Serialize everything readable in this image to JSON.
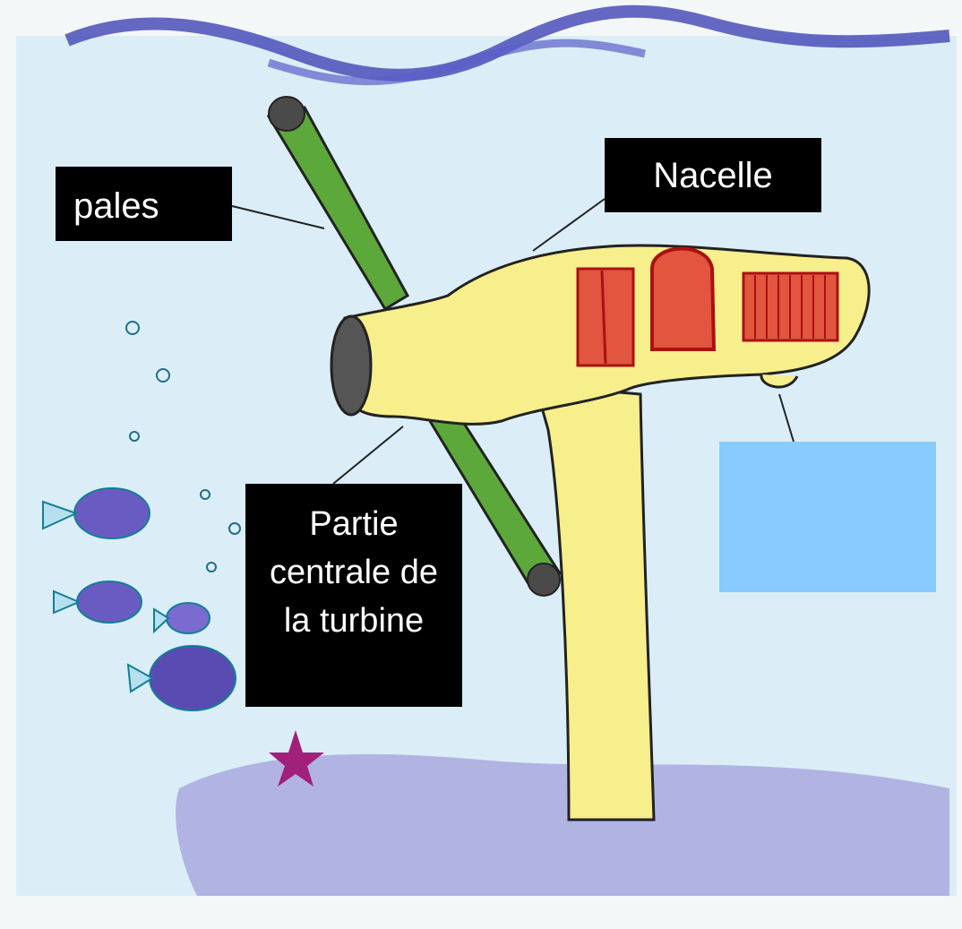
{
  "labels": {
    "pales": "pales",
    "nacelle": "Nacelle",
    "centre": "Partie centrale de la turbine",
    "hidden": ""
  },
  "colors": {
    "water": "#d8ecf6",
    "seabed": "#a9a9de",
    "nacelle_body": "#f7ee8c",
    "blade": "#5da83a",
    "panel": "#e2553e",
    "mask": "#87cbff",
    "fish": "#6a5bc2",
    "starfish": "#a0207a"
  }
}
